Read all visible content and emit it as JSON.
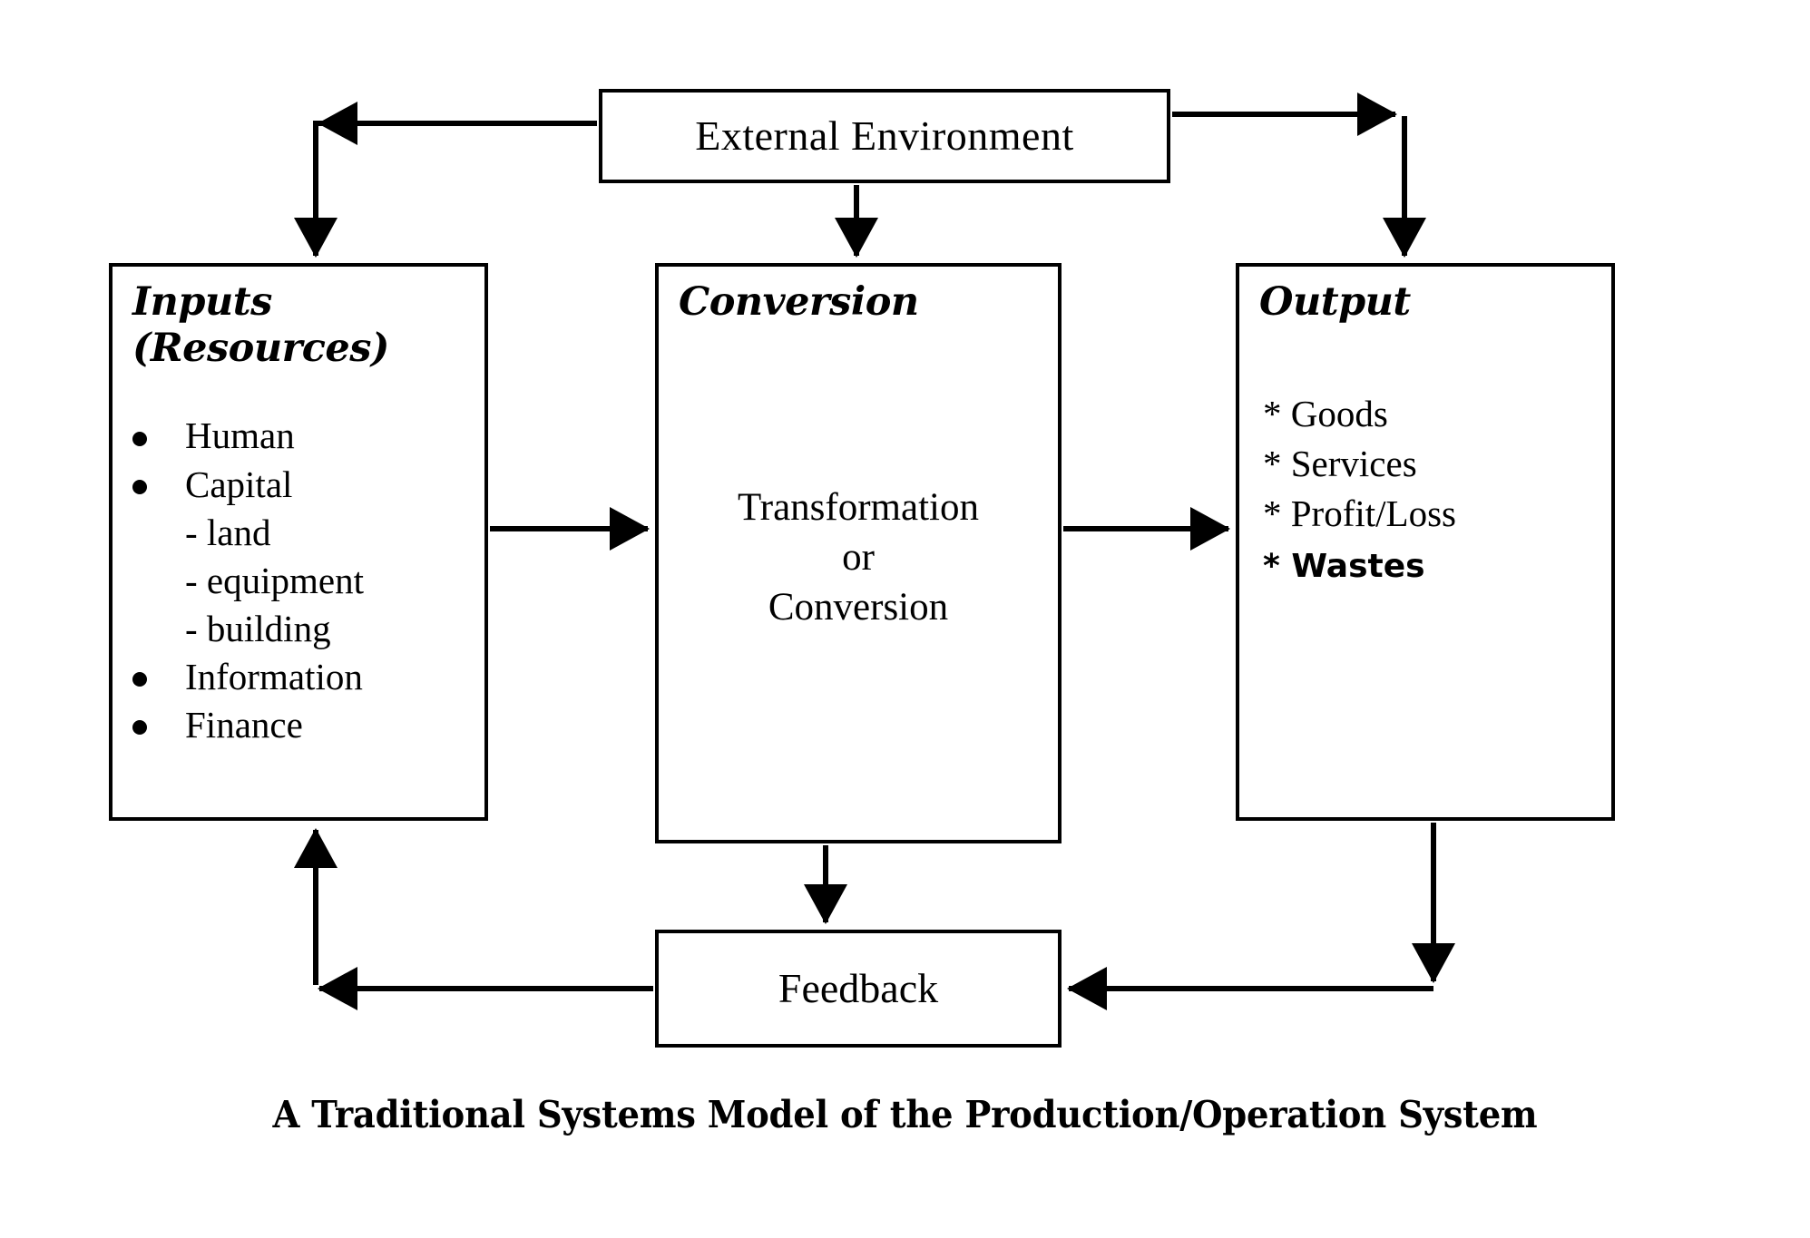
{
  "diagram": {
    "caption": "A Traditional Systems Model of the Production/Operation System",
    "boxes": {
      "external": {
        "title": "External Environment"
      },
      "inputs": {
        "heading_line1": "Inputs",
        "heading_line2": "(Resources)",
        "items": [
          {
            "marker": "bullet",
            "text": "Human"
          },
          {
            "marker": "bullet",
            "text": "Capital"
          },
          {
            "marker": "dash",
            "text": "- land"
          },
          {
            "marker": "dash",
            "text": "- equipment"
          },
          {
            "marker": "dash",
            "text": "- building"
          },
          {
            "marker": "bullet",
            "text": "Information"
          },
          {
            "marker": "bullet",
            "text": "Finance"
          }
        ]
      },
      "conversion": {
        "heading": "Conversion",
        "body_line1": "Transformation",
        "body_line2": "or",
        "body_line3": "Conversion"
      },
      "output": {
        "heading": "Output",
        "items": [
          {
            "marker": "asterisk",
            "text": "* Goods"
          },
          {
            "marker": "asterisk",
            "text": "* Services"
          },
          {
            "marker": "asterisk",
            "text": "* Profit/Loss"
          },
          {
            "marker": "asterisk",
            "text": "* Wastes"
          }
        ]
      },
      "feedback": {
        "title": "Feedback"
      }
    },
    "connections": [
      {
        "name": "external-to-inputs",
        "label": ""
      },
      {
        "name": "external-to-conversion",
        "label": ""
      },
      {
        "name": "external-to-output",
        "label": ""
      },
      {
        "name": "inputs-to-conversion",
        "label": ""
      },
      {
        "name": "conversion-to-output",
        "label": ""
      },
      {
        "name": "conversion-to-feedback",
        "label": ""
      },
      {
        "name": "output-to-feedback",
        "label": ""
      },
      {
        "name": "feedback-to-inputs",
        "label": ""
      }
    ],
    "colors": {
      "line": "#000000",
      "background": "#ffffff",
      "text": "#000000"
    }
  }
}
